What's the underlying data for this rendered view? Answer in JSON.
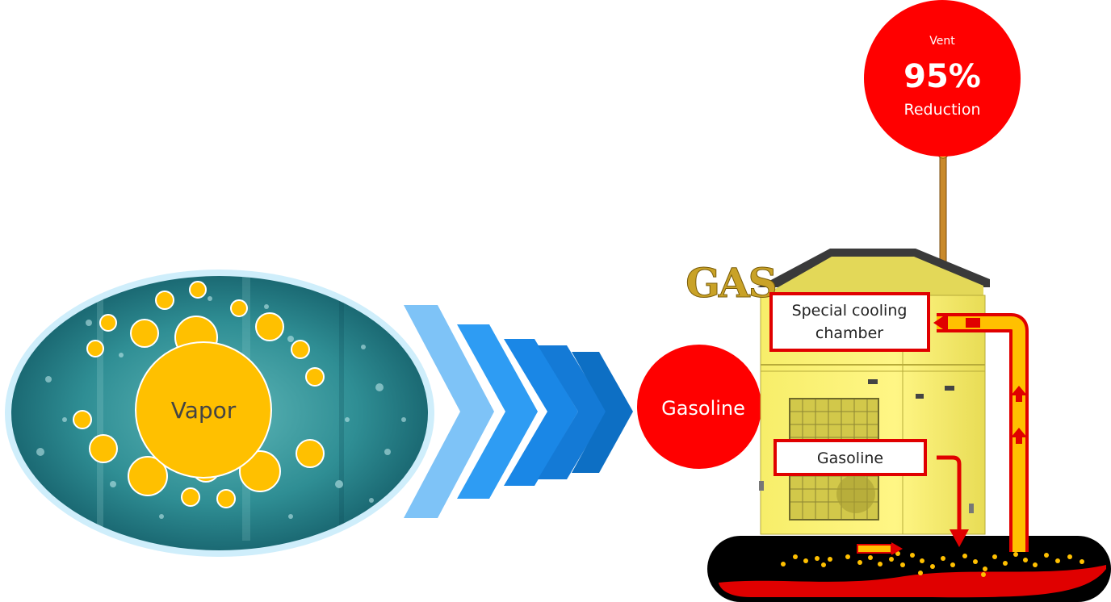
{
  "left_panel": {
    "center_label": "Vapor"
  },
  "middle": {
    "gasoline_label": "Gasoline"
  },
  "badge": {
    "line1": "Vent",
    "line2": "95%",
    "line3": "Reduction"
  },
  "logo": {
    "text": "GAS"
  },
  "unit": {
    "cooling_label_line1": "Special cooling",
    "cooling_label_line2": "chamber",
    "outlet_label": "Gasoline"
  },
  "colors": {
    "accent_red": "#ff0000",
    "droplet_orange": "#ffc000",
    "chevron_blues": [
      "#7ec3f7",
      "#2e9cf3",
      "#1a87e6",
      "#147ad6",
      "#0d6fc4"
    ],
    "unit_yellow": "#fff47a",
    "logo_gold": "#c9a227"
  }
}
